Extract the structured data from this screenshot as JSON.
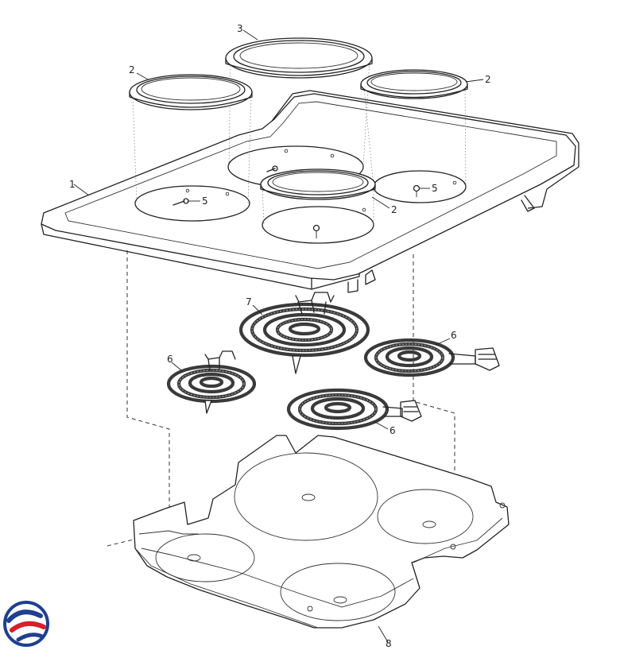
{
  "callouts": {
    "c1": "1",
    "c2a": "2",
    "c2b": "2",
    "c2c": "2",
    "c3": "3",
    "c5a": "5",
    "c5b": "5",
    "c6a": "6",
    "c6b": "6",
    "c6c": "6",
    "c7": "7",
    "c8": "8"
  },
  "colors": {
    "line": "#222222",
    "logo_blue": "#1f3f8f",
    "logo_red": "#d6202a"
  },
  "icons": {
    "logo": "brand-logo-icon"
  }
}
